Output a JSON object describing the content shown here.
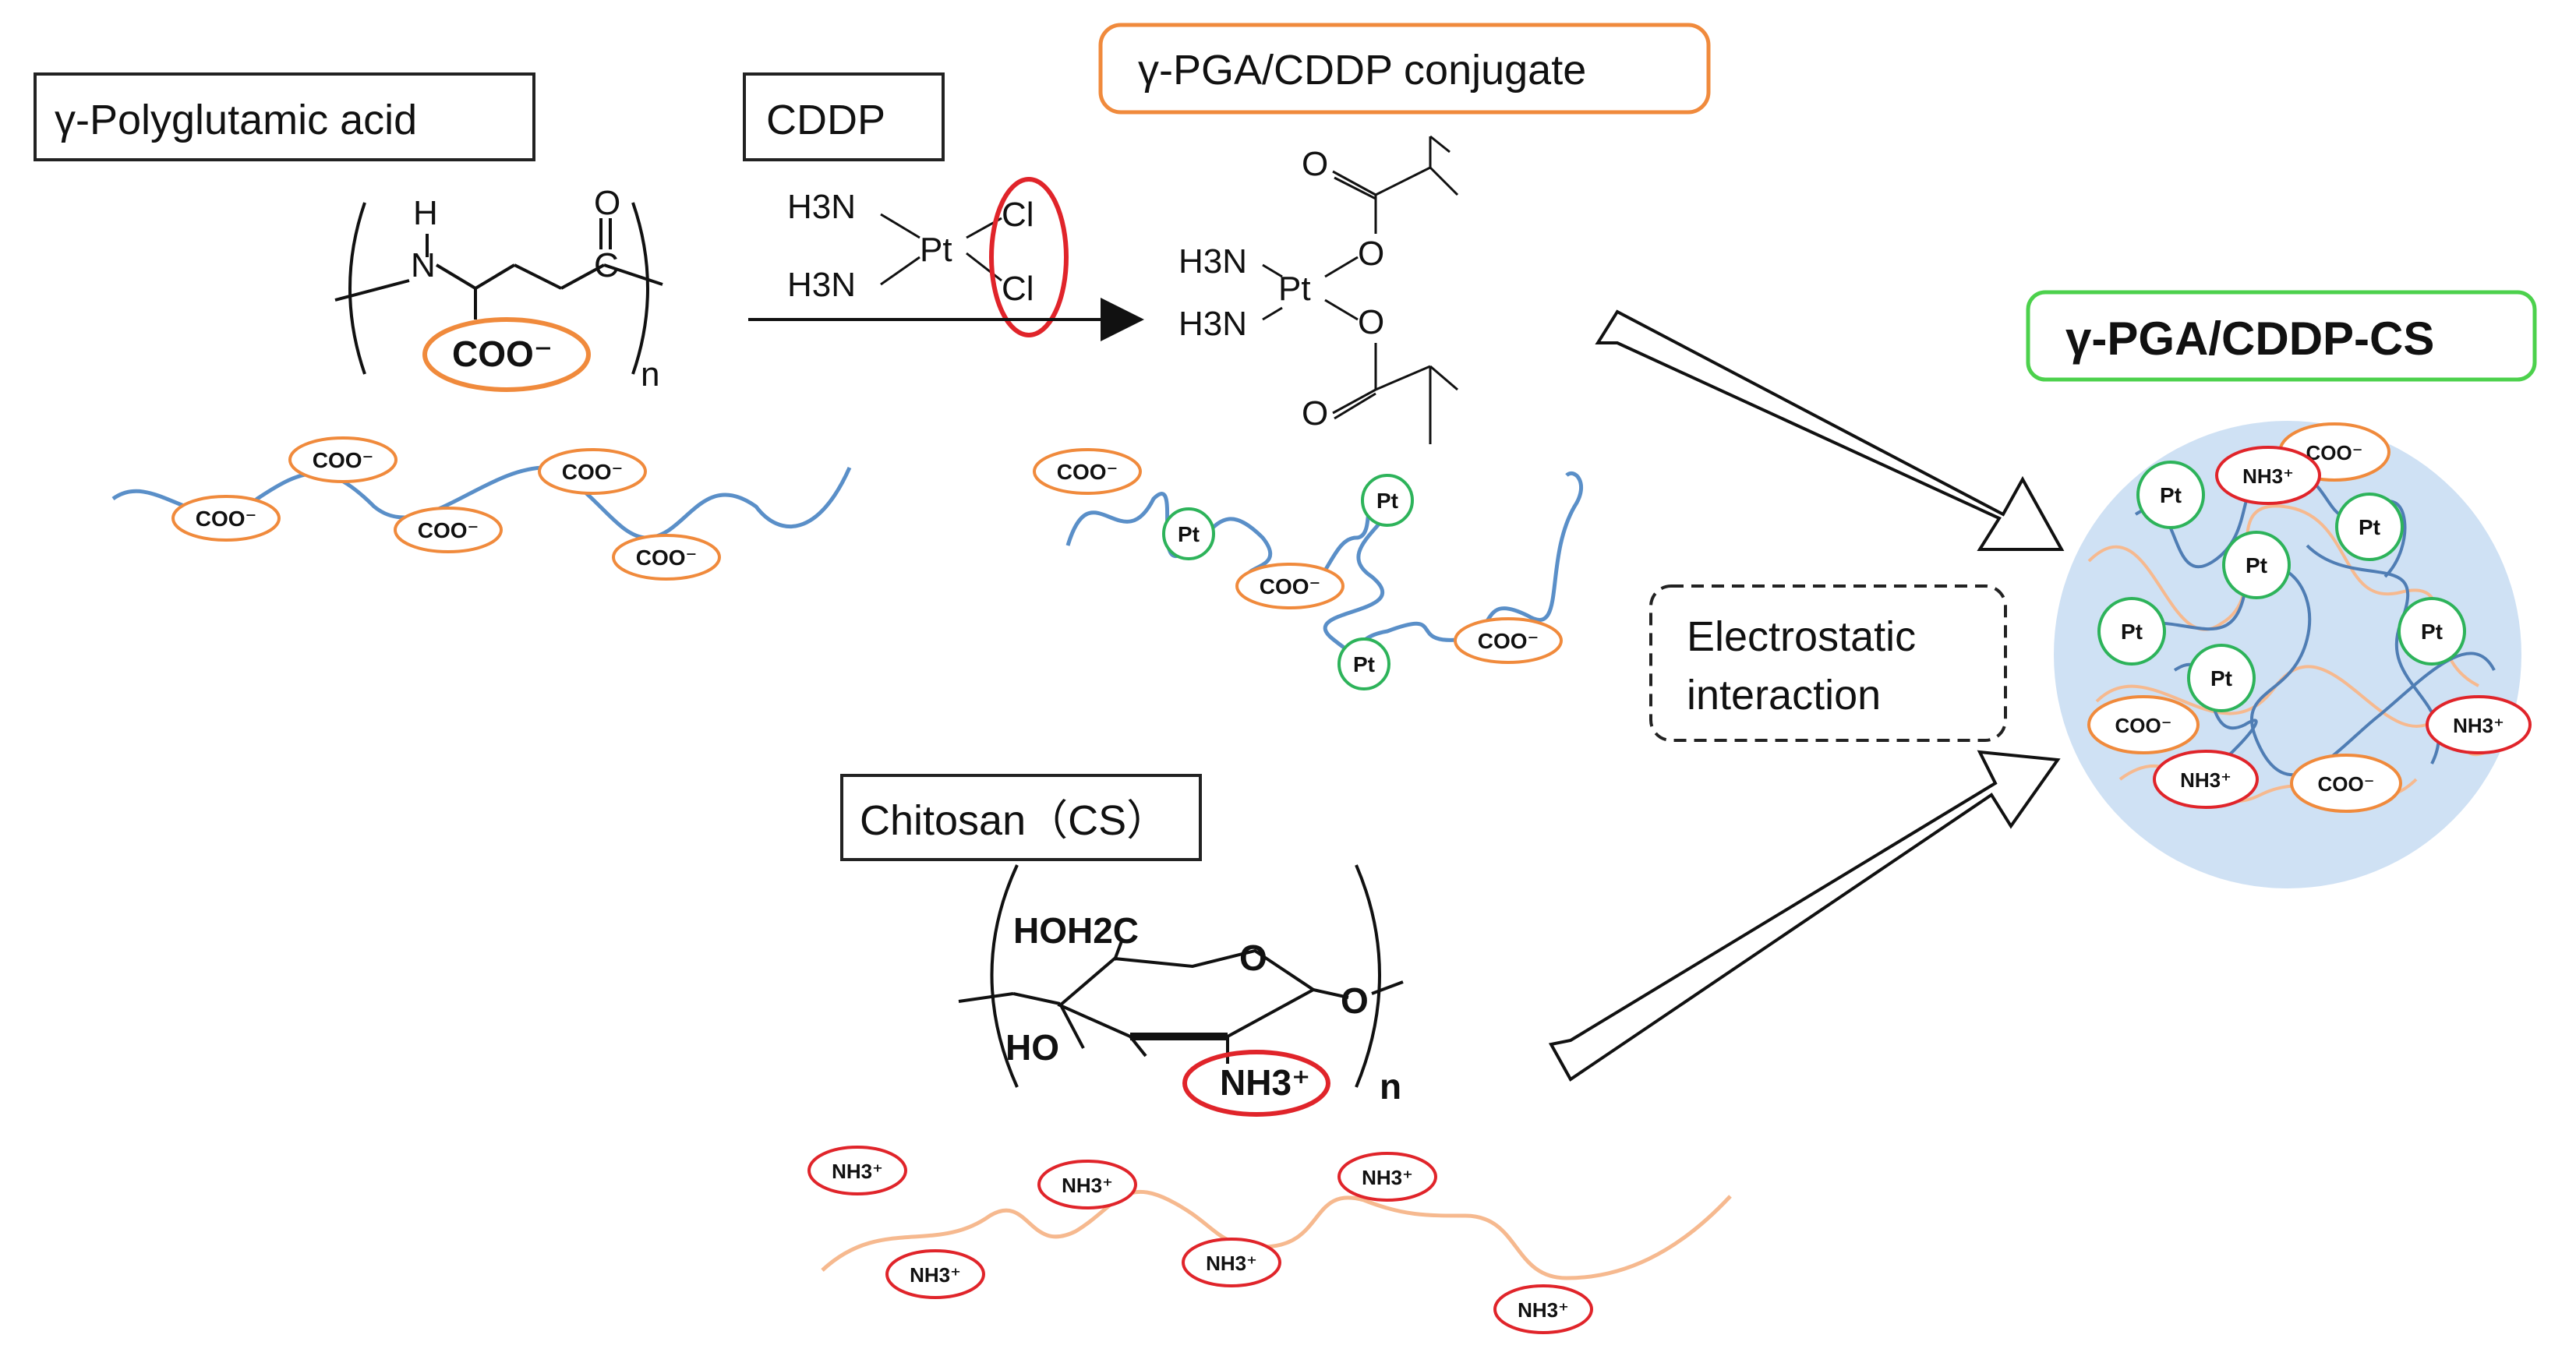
{
  "labels": {
    "pga": "γ-Polyglutamic acid",
    "cddp": "CDDP",
    "conjugate": "γ-PGA/CDDP conjugate",
    "product": "γ-PGA/CDDP-CS",
    "chitosan": "Chitosan（CS）",
    "electrostatic_line1": "Electrostatic",
    "electrostatic_line2": "interaction"
  },
  "chem": {
    "H": "H",
    "N": "N",
    "O": "O",
    "C": "C",
    "Cl": "Cl",
    "Pt": "Pt",
    "H3N": "H3N",
    "n": "n",
    "HO": "HO",
    "HOH2C": "HOH2C",
    "COO_minus": "COO⁻",
    "NH3_plus": "NH3⁺"
  },
  "tags": {
    "coo": "COO⁻",
    "pt": "Pt",
    "nh3": "NH3⁺"
  },
  "colors": {
    "orange": "#f08a3c",
    "red": "#e0242a",
    "green": "#2db35a",
    "blue_chain": "#5a8fc8",
    "peach_chain": "#f6b98f",
    "nanoparticle": "#cfe1f4",
    "product_border": "#4cd14c"
  }
}
